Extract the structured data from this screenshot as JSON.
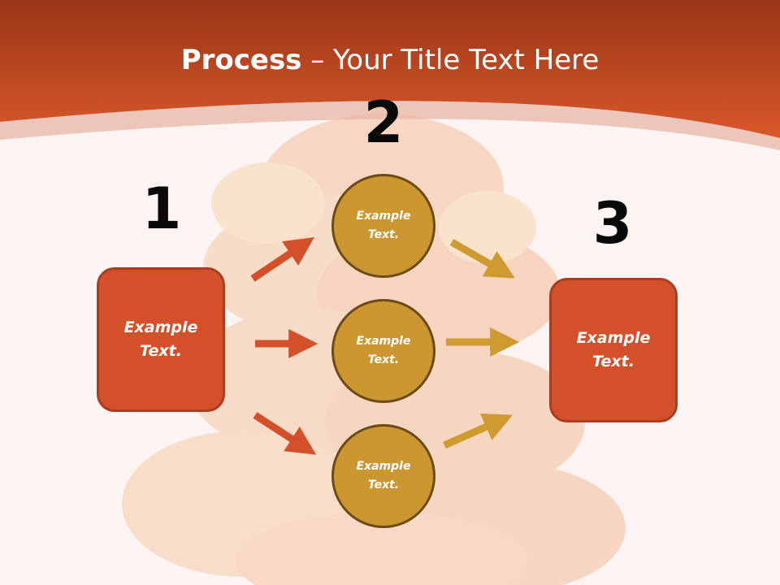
{
  "title": {
    "bold": "Process",
    "rest": " – Your Title Text Here"
  },
  "steps": [
    {
      "number": "1",
      "text": "Example\nText."
    },
    {
      "number": "2",
      "text": ""
    },
    {
      "number": "3",
      "text": "Example\nText."
    }
  ],
  "circles": [
    {
      "text": "Example\nText."
    },
    {
      "text": "Example\nText."
    },
    {
      "text": "Example\nText."
    }
  ],
  "colors": {
    "header": "#d14f24",
    "box_fill": "#d4502a",
    "circle_fill": "#cc9630",
    "arrow_left": "#d4502a",
    "arrow_right": "#cf9a2f"
  }
}
